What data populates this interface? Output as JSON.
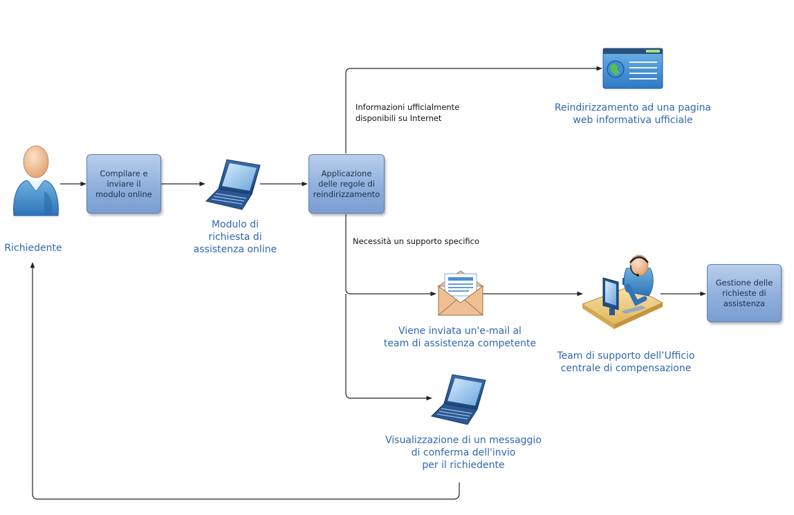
{
  "nodes": {
    "requester": "Richiedente",
    "fill_form": "Compilare e\ninviare il\nmodulo online",
    "online_form": "Modulo di\nrichiesta di\nassistenza online",
    "apply_rules": "Applicazione\ndelle regole di\nreindirizzamento",
    "web_redirect": "Reindirizzamento ad una pagina\nweb informativa ufficiale",
    "email_sent": "Viene inviata un'e-mail al\nteam di assistenza competente",
    "support_team": "Team di supporto dell’Ufficio\ncentrale di compensazione",
    "manage_requests": "Gestione delle\nrichieste di\nassistenza",
    "confirmation": "Visualizzazione di un messaggio\ndi conferma dell'invio\nper il richiedente"
  },
  "edges": {
    "info_online": "Informazioni ufficialmente\ndisponibili su Internet",
    "specific_support": "Necessità un supporto specifico"
  },
  "colors": {
    "label_blue": "#2e67b0",
    "box_border": "#5a7fb0",
    "arrow": "#222222"
  },
  "icons": [
    "person-icon",
    "laptop-icon",
    "webpage-icon",
    "envelope-icon",
    "support-agent-icon"
  ]
}
